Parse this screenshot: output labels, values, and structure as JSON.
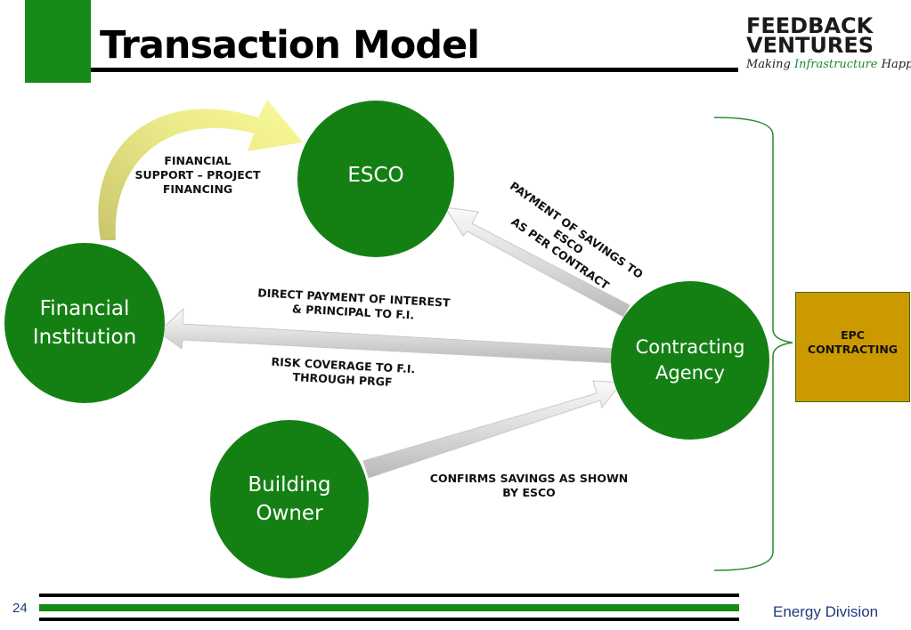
{
  "slide": {
    "title": "Transaction Model",
    "page_number": "24",
    "footer": "Energy Division"
  },
  "logo": {
    "line1": "FEEDBACK",
    "line2": "VENTURES",
    "tagline_part1": "Making ",
    "tagline_accent": "Infrastructure",
    "tagline_part2": " Happen"
  },
  "nodes": {
    "esco": "ESCO",
    "financial_institution": [
      "Financial",
      "Institution"
    ],
    "contracting_agency": [
      "Contracting",
      "Agency"
    ],
    "building_owner": [
      "Building",
      "Owner"
    ]
  },
  "edges": {
    "financing": [
      "FINANCIAL",
      "SUPPORT – PROJECT",
      "FINANCING"
    ],
    "savings_payment": [
      "PAYMENT OF SAVINGS TO ESCO",
      "AS PER CONTRACT"
    ],
    "direct_payment": [
      "DIRECT PAYMENT OF INTEREST",
      "& PRINCIPAL TO F.I."
    ],
    "risk_coverage": [
      "RISK COVERAGE TO F.I.",
      "THROUGH PRGF"
    ],
    "confirms": [
      "CONFIRMS SAVINGS AS SHOWN",
      "BY ESCO"
    ]
  },
  "epc_box": [
    "EPC",
    "CONTRACTING"
  ],
  "colors": {
    "node_green": "#148014",
    "accent_green": "#168a16",
    "epc_gold": "#cc9900",
    "footer_blue": "#1f3a7a"
  }
}
